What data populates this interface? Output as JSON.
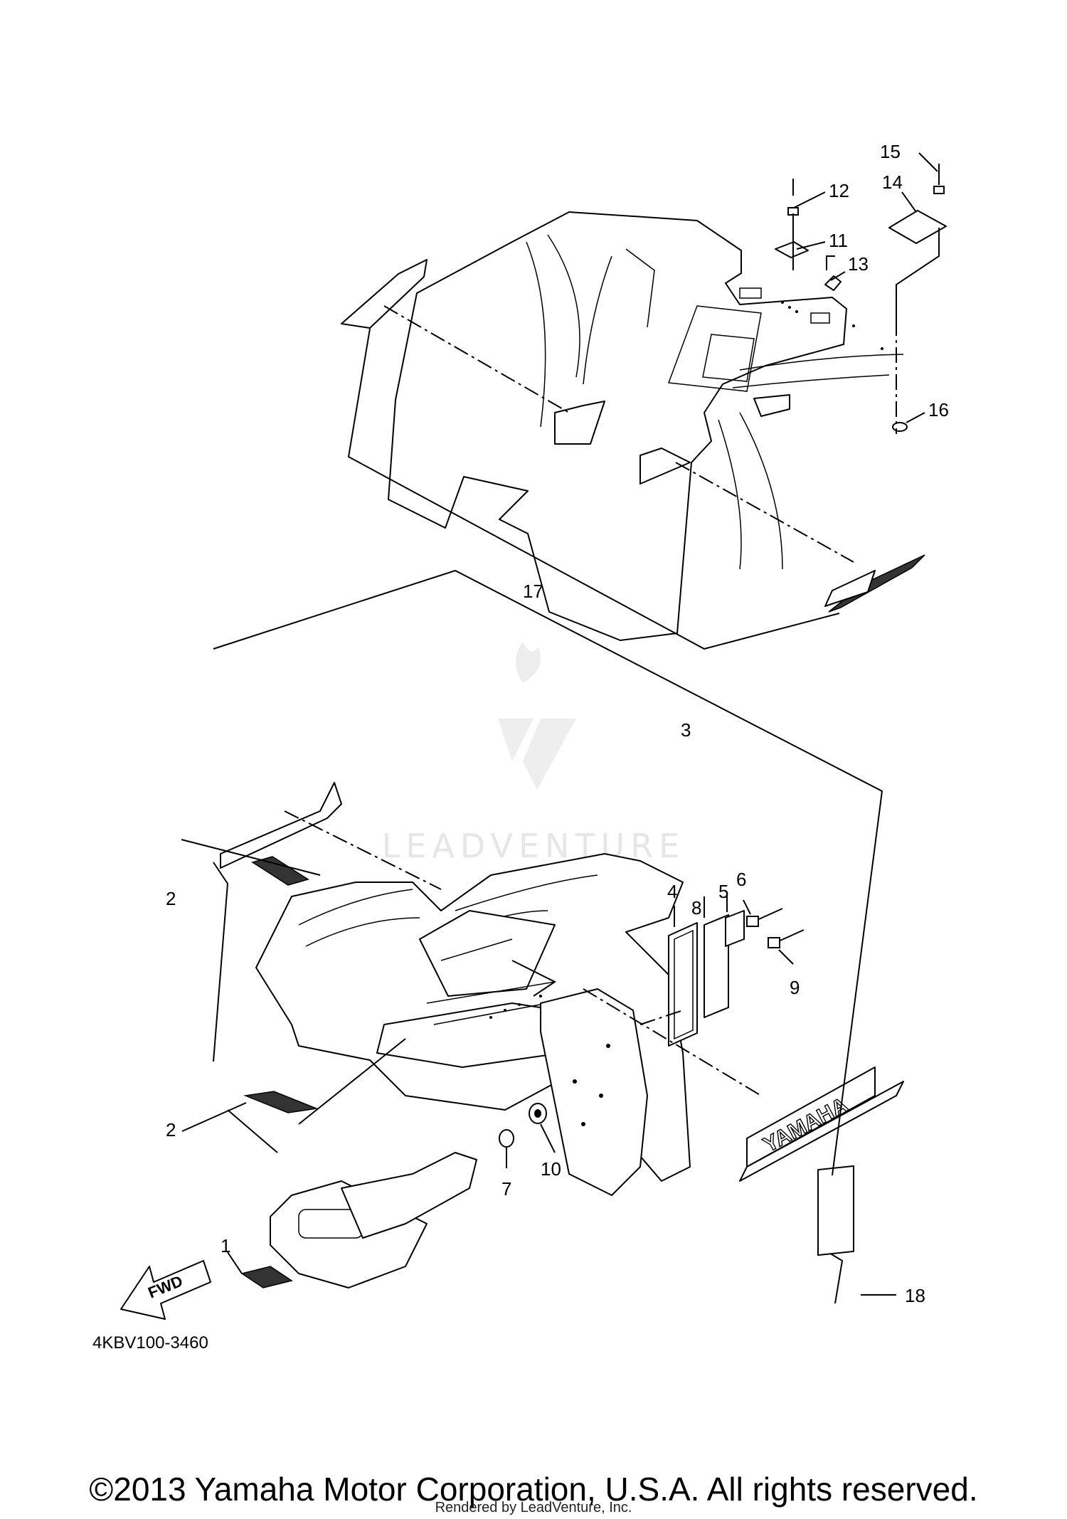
{
  "diagram": {
    "code": "4KBV100-3460",
    "fwd_label": "FWD",
    "decal_text": "YAMAHA",
    "callouts": [
      "1",
      "2",
      "2",
      "3",
      "4",
      "5",
      "6",
      "7",
      "8",
      "9",
      "10",
      "11",
      "12",
      "13",
      "14",
      "15",
      "16",
      "17",
      "18"
    ],
    "watermark": "LEADVENTURE"
  },
  "footer": {
    "copyright": "©2013 Yamaha Motor Corporation, U.S.A. All rights reserved.",
    "rendered_by": "Rendered by LeadVenture, Inc."
  }
}
